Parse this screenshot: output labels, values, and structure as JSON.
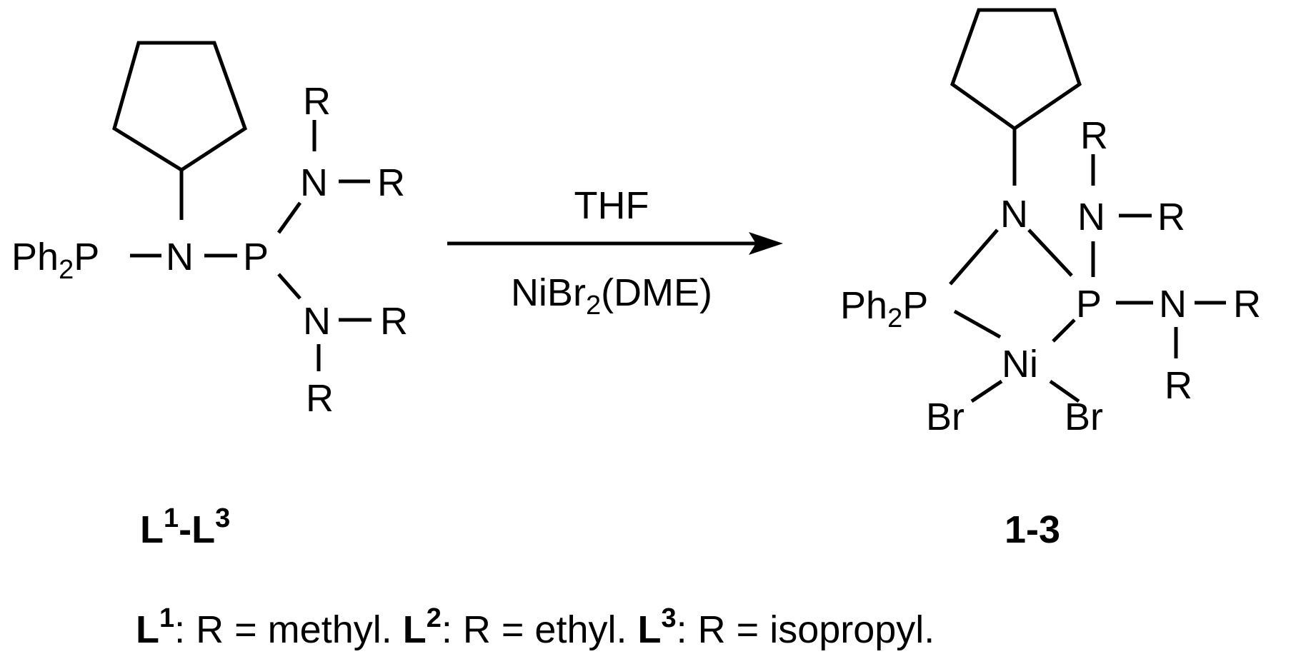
{
  "ligand": {
    "atoms": {
      "ph2p_main": "Ph",
      "ph2p_sub": "2",
      "ph2p_end": "P",
      "n_center": "N",
      "p_center": "P",
      "n_upper": "N",
      "r_upper_top": "R",
      "r_upper_right": "R",
      "n_lower": "N",
      "r_lower_right": "R",
      "r_lower_bottom": "R"
    },
    "label": {
      "l1": "L",
      "sup1": "1",
      "dash": "-",
      "l3": "L",
      "sup3": "3"
    }
  },
  "reaction": {
    "solvent": "THF",
    "reagent_main": "NiBr",
    "reagent_sub": "2",
    "reagent_end": "(DME)"
  },
  "complex": {
    "atoms": {
      "ph2p_main": "Ph",
      "ph2p_sub": "2",
      "ph2p_end": "P",
      "n_ring": "N",
      "p_center": "P",
      "ni": "Ni",
      "br_left": "Br",
      "br_right": "Br",
      "n_upper": "N",
      "r_upper_top": "R",
      "r_upper_right": "R",
      "n_right": "N",
      "r_right": "R",
      "r_right_bottom": "R"
    },
    "label": "1-3"
  },
  "footnote": {
    "l1": "L",
    "sup1": "1",
    "text1": ": R = methyl. ",
    "l2": "L",
    "sup2": "2",
    "text2": ": R = ethyl. ",
    "l3": "L",
    "sup3": "3",
    "text3": ": R = isopropyl."
  }
}
